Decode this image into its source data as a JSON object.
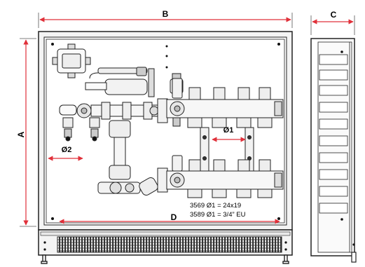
{
  "dimensions": {
    "a": "A",
    "b": "B",
    "c": "C",
    "d": "D",
    "phi1": "Ø1",
    "phi2": "Ø2"
  },
  "notes": {
    "line1": "3569 Ø1 = 24x19",
    "line2": "3589 Ø1 = 3/4” EU"
  },
  "colors": {
    "dimension": "#e0303a",
    "outline": "#222222",
    "frame": "#f2f2f2"
  }
}
